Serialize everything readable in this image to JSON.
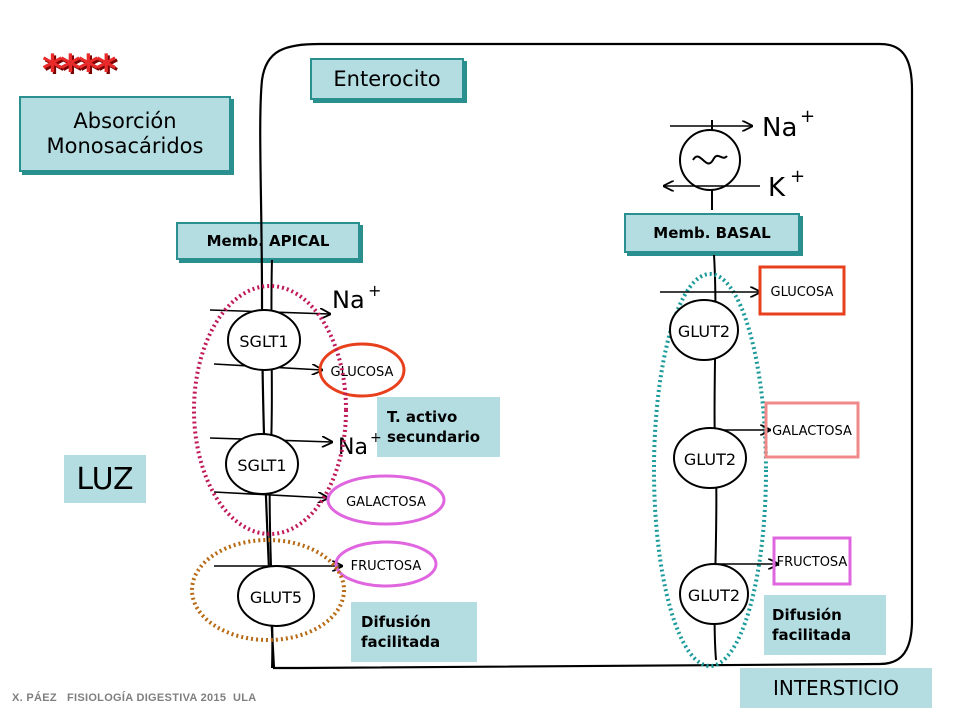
{
  "header": {
    "stars": "****",
    "title_line1": "Absorción",
    "title_line2": "Monosacáridos",
    "cell_label": "Enterocito"
  },
  "membranes": {
    "apical": "Memb. APICAL",
    "basal": "Memb. BASAL"
  },
  "labels": {
    "lumen": "LUZ",
    "interstitium": "INTERSTICIO",
    "secondary_active_line1": "T. activo",
    "secondary_active_line2": "secundario",
    "facilitated_apical_line1": "Difusión",
    "facilitated_apical_line2": "facilitada",
    "facilitated_basal_line1": "Difusión",
    "facilitated_basal_line2": "facilitada"
  },
  "footer": "X. PÁEZ   FISIOLOGÍA DIGESTIVA 2015  ULA",
  "colors": {
    "box_fill": "#b4dde2",
    "box_border": "#2a8f8f",
    "glucose_outline": "#e8401c",
    "galactose_outline": "#f08a8a",
    "fructose_outline": "#e066e0",
    "sglt_group": "#c0195a",
    "glut5_group": "#b86a14",
    "basal_group": "#1a9a9a"
  }
}
